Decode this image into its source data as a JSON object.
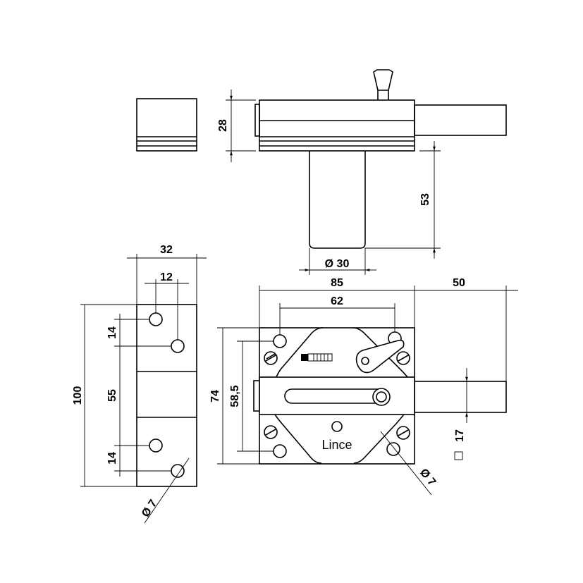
{
  "dimensions": {
    "height_side": "28",
    "cylinder_length": "53",
    "cylinder_diameter": "Ø 30",
    "strike_width": "32",
    "strike_hole_spacing_x": "12",
    "strike_height": "100",
    "strike_spacing_top": "14",
    "strike_spacing_mid": "55",
    "strike_spacing_bottom": "14",
    "strike_hole_diameter": "Ø 7",
    "body_width": "85",
    "bolt_throw": "50",
    "body_hole_spacing_x": "62",
    "body_height": "74",
    "body_hole_spacing_y": "58,5",
    "bolt_section": "17",
    "body_hole_diameter": "Ø 7"
  },
  "brand": "Lince"
}
